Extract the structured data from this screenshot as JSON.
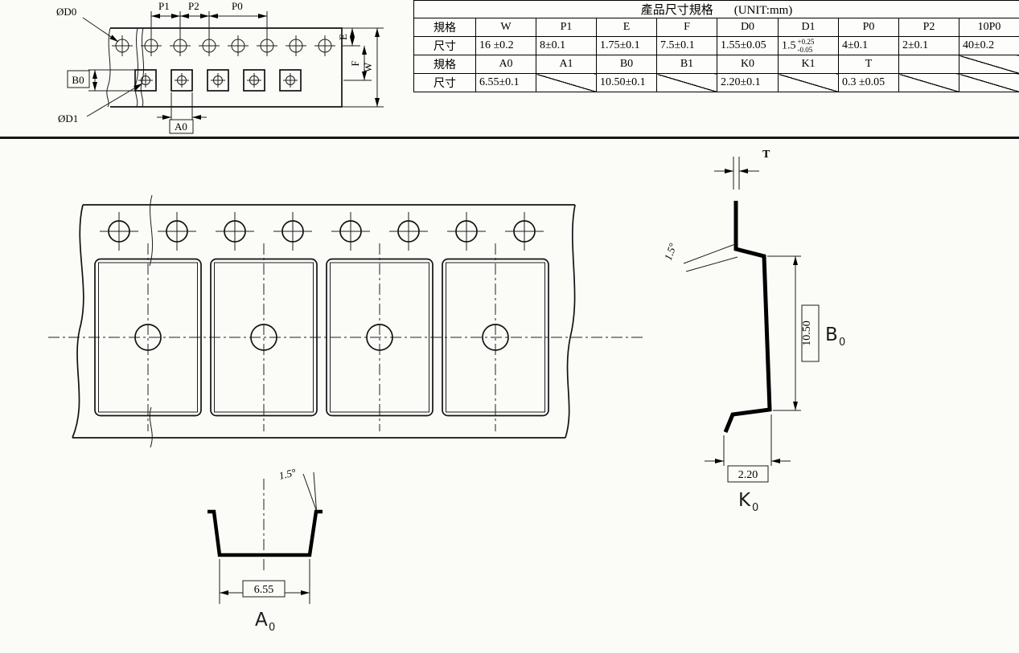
{
  "table": {
    "title": "產品尺寸規格",
    "unit": "(UNIT:mm)",
    "spec_label": "規格",
    "dim_label": "尺寸",
    "g1h": [
      "W",
      "P1",
      "E",
      "F",
      "D0",
      "D1",
      "P0",
      "P2",
      "10P0"
    ],
    "g1v": {
      "w": "16 ±0.2",
      "p1": "8±0.1",
      "e": "1.75±0.1",
      "f": "7.5±0.1",
      "d0": "1.55±0.05",
      "d1_base": "1.5",
      "d1_plus": "+0.25",
      "d1_minus": "-0.05",
      "p0": "4±0.1",
      "p2": "2±0.1",
      "p10": "40±0.2"
    },
    "g2h": [
      "A0",
      "A1",
      "B0",
      "B1",
      "K0",
      "K1",
      "T"
    ],
    "g2v": {
      "a0": "6.55±0.1",
      "b0": "10.50±0.1",
      "k0": "2.20±0.1",
      "t": "0.3 ±0.05"
    }
  },
  "strip_sketch": {
    "d0_label": "ØD0",
    "d1_label": "ØD1",
    "p1_label": "P1",
    "p2_label": "P2",
    "p0_label": "P0",
    "e_label": "E",
    "f_label": "F",
    "w_label": "W",
    "b0_label": "B0",
    "a0_label": "A0"
  },
  "side_view": {
    "t_label": "T",
    "angle_label": "1.5°",
    "b0_dim": "10.50",
    "b0_letter": "B",
    "b0_sub": "0",
    "k0_dim": "2.20",
    "k0_letter": "K",
    "k0_sub": "0"
  },
  "pocket_view": {
    "angle_label": "1.5°",
    "a0_dim": "6.55",
    "a0_letter": "A",
    "a0_sub": "0"
  }
}
